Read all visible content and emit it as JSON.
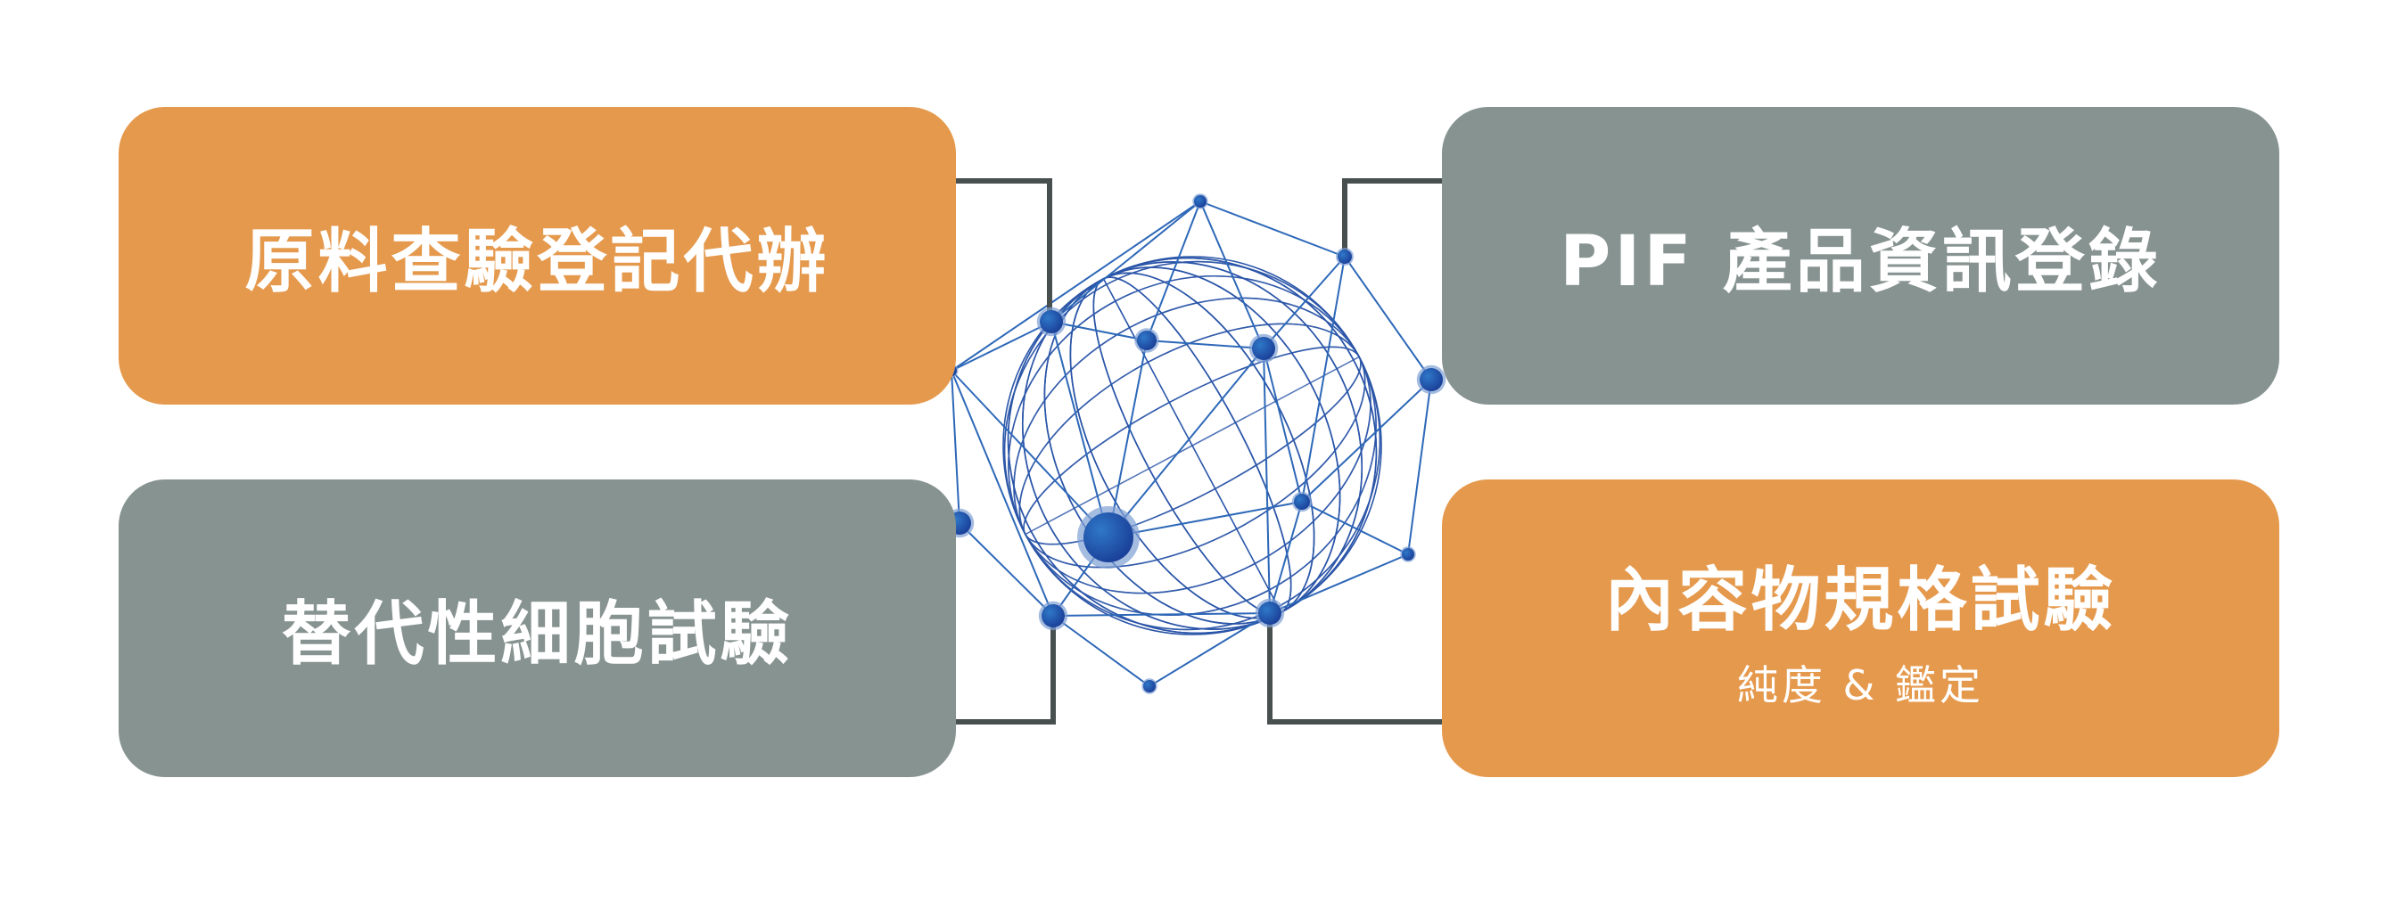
{
  "boxes": [
    {
      "title": "原料查驗登記代辦"
    },
    {
      "title": "PIF 產品資訊登錄"
    },
    {
      "title": "替代性細胞試驗"
    },
    {
      "title": "內容物規格試驗",
      "subtitle": "純度 & 鑑定"
    }
  ],
  "colors": {
    "orange": "#e5994d",
    "gray": "#879391",
    "connector": "#48504f",
    "globe": "#2a55a8"
  }
}
